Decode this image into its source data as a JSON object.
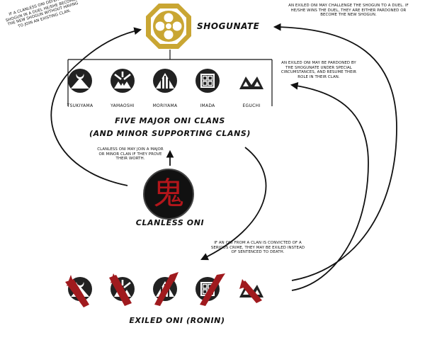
{
  "colors": {
    "gold": "#c9a633",
    "dark": "#222222",
    "oni_red": "#b3161b",
    "slash_red": "#a01a1e",
    "line": "#111111"
  },
  "shogunate": {
    "title": "Shogunate",
    "icon": "mon-crest-icon"
  },
  "notes": {
    "clanless_defeats": "If a clanless oni defeats the shogun in a duel he/she becomes the new shogun without having to join an existing clan.",
    "challenge": "An exiled oni may challenge the shogun to a duel. If he/she wins the duel, they are either pardoned or become the new shogun.",
    "pardon": "An exiled oni may be pardoned by the shogunate under special circumstances, and resume their role in their clan.",
    "join": "Clanless oni may join a major or minor clan if they prove their worth.",
    "convicted": "If an oni from a clan is convicted of a serious crime, they may be exiled instead of sentenced to death."
  },
  "clans": {
    "heading_line1": "Five Major Oni Clans",
    "heading_line2": "(and minor supporting clans)",
    "items": [
      {
        "name": "Tsukiyama",
        "icon": "mountain-moon-icon"
      },
      {
        "name": "Yamaoshi",
        "icon": "mountain-wings-icon"
      },
      {
        "name": "Moriyama",
        "icon": "mountain-trees-icon"
      },
      {
        "name": "Imada",
        "icon": "grid-squares-icon"
      },
      {
        "name": "Eguchi",
        "icon": "double-peak-icon"
      }
    ]
  },
  "clanless": {
    "kanji": "鬼",
    "label": "Clanless Oni"
  },
  "exiled": {
    "label": "Exiled Oni (Ronin)"
  }
}
